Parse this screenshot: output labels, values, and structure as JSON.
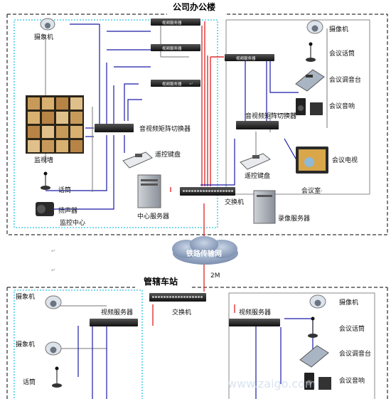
{
  "titles": {
    "top_building": "公司办公楼",
    "bottom_station": "管辖车站",
    "network": "铁路传输网",
    "bandwidth": "2M"
  },
  "top_left": {
    "camera": "摄象机",
    "video_server_1": "视频服务器",
    "video_server_2": "视频服务器",
    "video_server_3": "视频服务器",
    "matrix": "音视频矩阵切换器",
    "video_wall": "监视墙",
    "keyboard": "遥控键盘",
    "mic": "话筒",
    "speaker": "扬声器",
    "zone_label": "监控中心",
    "center_server": "中心服务器"
  },
  "center": {
    "switch": "交换机"
  },
  "top_right": {
    "camera": "摄像机",
    "video_server": "视频服务器",
    "mic": "会议话筒",
    "mixer": "会议调音台",
    "speaker": "会议音响",
    "matrix": "音视频矩阵切换器",
    "tv": "会议电视",
    "keyboard": "遥控键盘",
    "zone_label": "会议室",
    "recording_server": "录像服务器"
  },
  "bottom": {
    "camera_1": "摄象机",
    "camera_2": "摄象机",
    "video_server_left": "视频服务器",
    "switch": "交换机",
    "video_server_right": "视频服务器",
    "mic_left": "话筒",
    "camera_right": "摄像机",
    "mic_right": "会议话筒",
    "mixer_right": "会议调音台",
    "speaker_right": "会议音响"
  },
  "watermark": "www.zaigo.com",
  "colors": {
    "blue_line": "#1a1aa8",
    "red_line": "#e03030",
    "cyan_dash": "#2ec4e0",
    "gray_line": "#888888",
    "device_dark": "#2a2a2a",
    "cloud": "#9aaec8"
  }
}
